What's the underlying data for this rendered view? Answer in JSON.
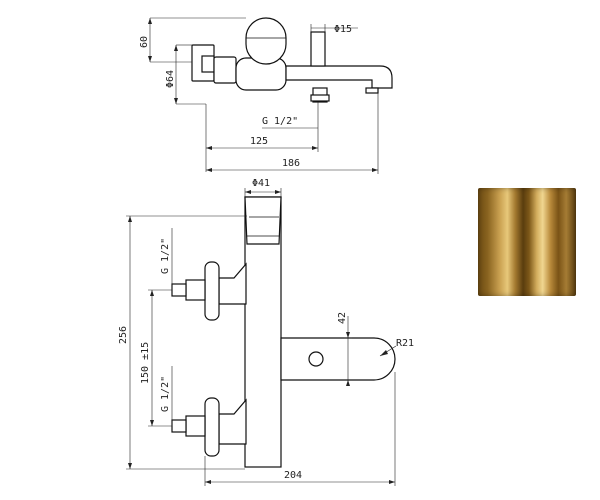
{
  "drawing": {
    "top_view": {
      "dim_height": "60",
      "dim_outlet_diameter": "Φ15",
      "dim_body_diameter": "Φ64",
      "dim_thread": "G 1/2\"",
      "dim_spout_distance": "125",
      "dim_total_length": "186"
    },
    "front_view": {
      "dim_column_diameter": "Φ41",
      "dim_thread_upper": "G 1/2\"",
      "dim_thread_lower": "G 1/2\"",
      "dim_total_height": "256",
      "dim_centers": "150 ±15",
      "dim_spout_height": "42",
      "dim_spout_radius": "R21",
      "dim_depth": "204"
    }
  },
  "finish_swatch": {
    "color_dark": "#6b4a12",
    "color_light": "#e8c87a"
  }
}
